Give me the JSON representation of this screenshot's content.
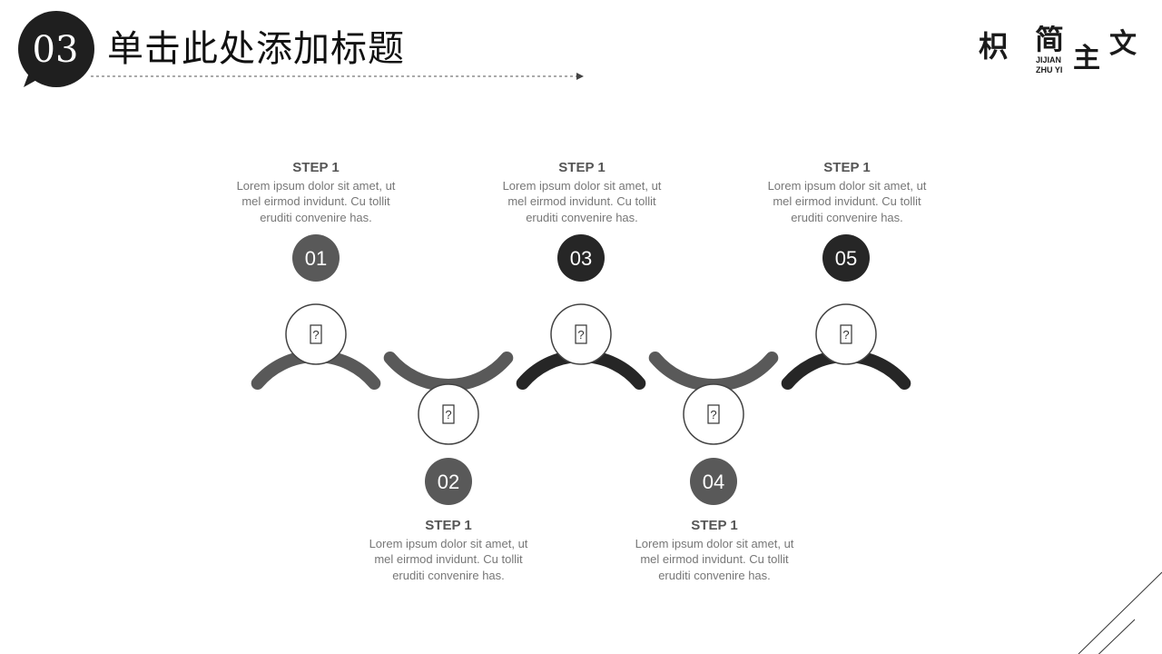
{
  "header": {
    "number": "03",
    "title": "单击此处添加标题"
  },
  "logo": {
    "main_text": "枳简主文",
    "sub_line1": "JIJIAN",
    "sub_line2": "ZHU YI"
  },
  "steps": [
    {
      "number": "01",
      "title": "STEP 1",
      "lines": [
        "Lorem ipsum dolor sit amet, ut",
        "mel eirmod invidunt. Cu tollit",
        "eruditi convenire has."
      ],
      "icon": "?",
      "color": "#595959"
    },
    {
      "number": "02",
      "title": "STEP 1",
      "lines": [
        "Lorem ipsum dolor sit amet, ut",
        "mel eirmod invidunt. Cu tollit",
        "eruditi convenire has."
      ],
      "icon": "?",
      "color": "#595959"
    },
    {
      "number": "03",
      "title": "STEP 1",
      "lines": [
        "Lorem ipsum dolor sit amet, ut",
        "mel eirmod invidunt. Cu tollit",
        "eruditi convenire has."
      ],
      "icon": "?",
      "color": "#262626"
    },
    {
      "number": "04",
      "title": "STEP 1",
      "lines": [
        "Lorem ipsum dolor sit amet, ut",
        "mel eirmod invidunt. Cu tollit",
        "eruditi convenire has."
      ],
      "icon": "?",
      "color": "#595959"
    },
    {
      "number": "05",
      "title": "STEP 1",
      "lines": [
        "Lorem ipsum dolor sit amet, ut",
        "mel eirmod invidunt. Cu tollit",
        "eruditi convenire has."
      ],
      "icon": "?",
      "color": "#262626"
    }
  ],
  "colors": {
    "dark": "#262626",
    "gray": "#595959",
    "text": "#777777"
  }
}
